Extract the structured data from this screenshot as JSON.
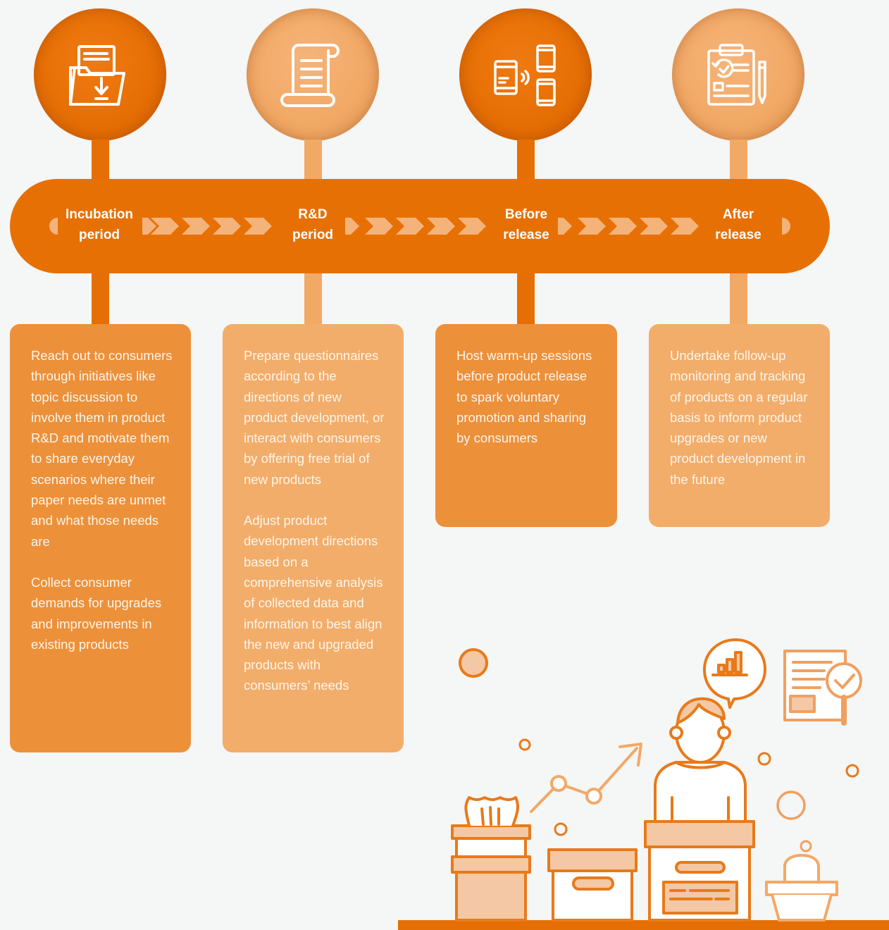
{
  "stages": [
    {
      "label_line1": "Incubation",
      "label_line2": "period",
      "icon": "folder-download-icon",
      "paragraphs": [
        "Reach out to consumers through initiatives like topic discussion to involve them in product R&D and motivate them to share everyday scenarios where their paper needs are unmet and what those needs are",
        "Collect consumer demands for upgrades and improvements in existing products"
      ]
    },
    {
      "label_line1": "R&D",
      "label_line2": "period",
      "icon": "scroll-document-icon",
      "paragraphs": [
        "Prepare questionnaires according to the directions of new product development, or interact with consumers by offering free trial of new products",
        "Adjust product development directions based on a comprehensive analysis of collected data and information to best align the new and upgraded products with consumers’ needs"
      ]
    },
    {
      "label_line1": "Before",
      "label_line2": "release",
      "icon": "phones-sharing-icon",
      "paragraphs": [
        "Host warm-up sessions before product release to spark voluntary promotion and sharing by consumers"
      ]
    },
    {
      "label_line1": "After",
      "label_line2": "release",
      "icon": "clipboard-tracking-icon",
      "paragraphs": [
        "Undertake follow-up monitoring and tracking of products on a regular basis to inform product upgrades or new product development in the future"
      ]
    }
  ],
  "colors": {
    "dark_orange": "#e66f05",
    "light_orange": "#f2a966",
    "card_dark": "#ec903a",
    "card_light": "#f2ad6a",
    "background": "#f5f6f6"
  }
}
